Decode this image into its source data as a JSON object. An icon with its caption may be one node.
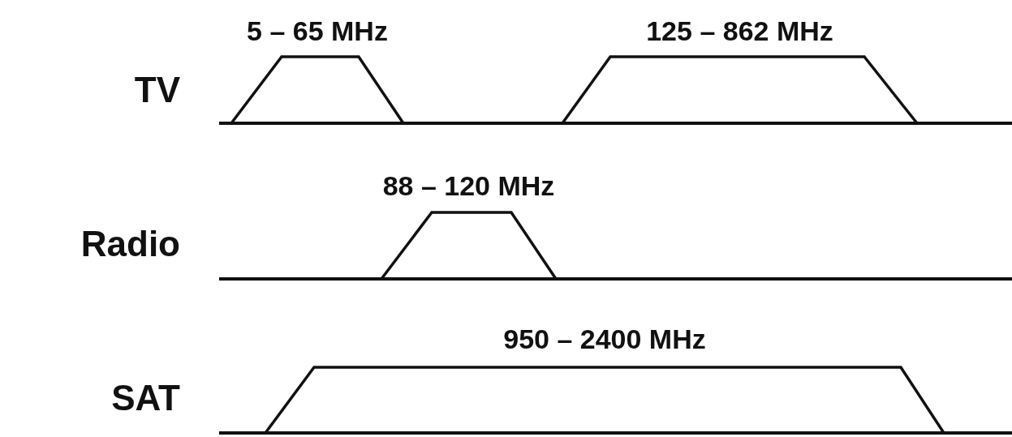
{
  "diagram": {
    "nodes": [
      {
        "text": [
          "5 – 65 MHz"
        ]
      },
      {
        "text": [
          "125 – 862 MHz"
        ]
      },
      {
        "text": [
          "88 – 120 MHz"
        ]
      },
      {
        "text": [
          "950 – 2400 MHz"
        ]
      }
    ],
    "labels": [
      "TV",
      "Radio",
      "SAT"
    ]
  }
}
